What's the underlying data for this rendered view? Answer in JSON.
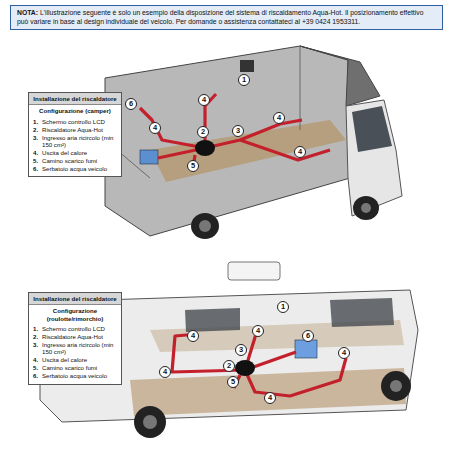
{
  "diagram": {
    "nodes": [
      {
        "text": [
          "NOTA:",
          "L'illustrazione seguente è solo un esempio della disposizione del sistema di riscaldamento Aqua-Hot. Il posizionamento effettivo può variare in base al design individuale del veicolo. Per domande o assistenza contattateci al +39 0424 1953311."
        ]
      },
      {
        "text": [
          "Installazione del riscaldatore",
          "Configurazione (camper)",
          "1.",
          "Schermo controllo LCD",
          "2.",
          "Riscaldatore Aqua-Hot",
          "3.",
          "Ingresso aria ricircolo (min 150 cm²)",
          "4.",
          "Uscita del calore",
          "5.",
          "Camino scarico fumi",
          "6.",
          "Serbatoio acqua veicolo"
        ]
      },
      {
        "text": [
          "1"
        ]
      },
      {
        "text": [
          "6"
        ]
      },
      {
        "text": [
          "4"
        ]
      },
      {
        "text": [
          "4"
        ]
      },
      {
        "text": [
          "2"
        ]
      },
      {
        "text": [
          "3"
        ]
      },
      {
        "text": [
          "4"
        ]
      },
      {
        "text": [
          "5"
        ]
      },
      {
        "text": [
          "4"
        ]
      },
      {
        "text": [
          "Installazione del riscaldatore",
          "Configurazione (roulotte/rimorchio)",
          "1.",
          "Schermo controllo LCD",
          "2.",
          "Riscaldatore Aqua-Hot",
          "3.",
          "Ingresso aria ricircolo (min 150 cm²)",
          "4.",
          "Uscita del calore",
          "5.",
          "Camino scarico fumi",
          "6.",
          "Serbatoio acqua veicolo"
        ]
      },
      {
        "text": [
          "1"
        ]
      },
      {
        "text": [
          "4"
        ]
      },
      {
        "text": [
          "4"
        ]
      },
      {
        "text": [
          "6"
        ]
      },
      {
        "text": [
          "3"
        ]
      },
      {
        "text": [
          "2"
        ]
      },
      {
        "text": [
          "4"
        ]
      },
      {
        "text": [
          "5"
        ]
      },
      {
        "text": [
          "4"
        ]
      },
      {
        "text": [
          "4"
        ]
      }
    ]
  }
}
